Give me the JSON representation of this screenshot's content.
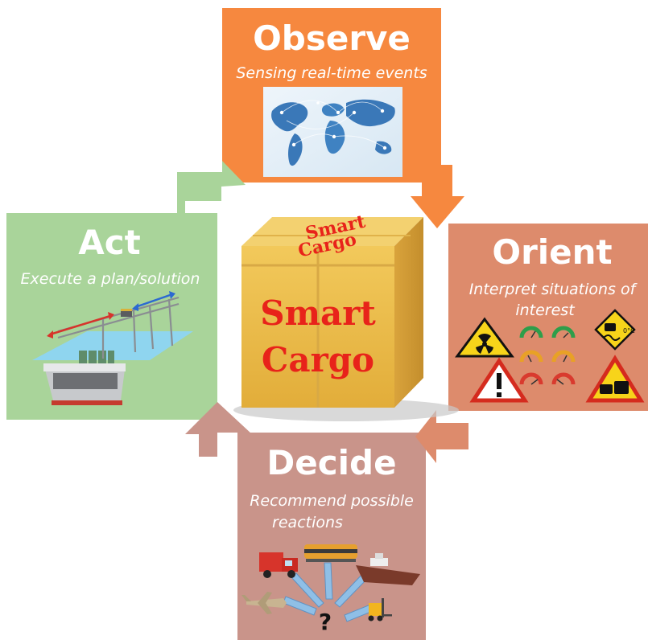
{
  "observe": {
    "title": "Observe",
    "subtitle": "Sensing real-time events"
  },
  "orient": {
    "title": "Orient",
    "subtitle_line1": "Interpret situations of",
    "subtitle_line2": "interest"
  },
  "decide": {
    "title": "Decide",
    "subtitle_line1": "Recommend possible",
    "subtitle_line2": "reactions",
    "question_mark": "?"
  },
  "act": {
    "title": "Act",
    "subtitle": "Execute a plan/solution"
  },
  "cargo": {
    "lid_line1": "Smart",
    "lid_line2": "Cargo",
    "front_line1": "Smart",
    "front_line2": "Cargo"
  },
  "colors": {
    "observe": "#f6883f",
    "orient": "#dd8b6c",
    "decide": "#c9948a",
    "act": "#a9d49a",
    "cargo_text": "#e8231a"
  }
}
